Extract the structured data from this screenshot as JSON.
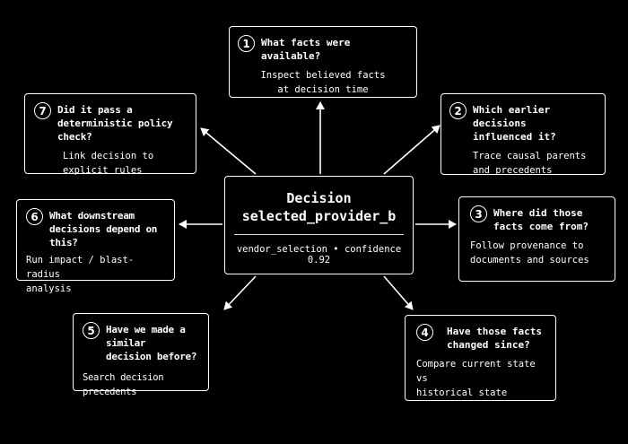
{
  "center": {
    "title": "Decision",
    "name": "selected_provider_b",
    "category": "vendor_selection",
    "separator": "•",
    "confidence_label": "confidence",
    "confidence": "0.92"
  },
  "nodes": [
    {
      "num": "1",
      "question": "What facts were available?",
      "description": "Inspect believed facts\nat decision time"
    },
    {
      "num": "2",
      "question": "Which earlier decisions\ninfluenced it?",
      "description": "Trace causal parents\nand precedents"
    },
    {
      "num": "3",
      "question": "Where did those\nfacts come from?",
      "description": "Follow provenance to\ndocuments and sources"
    },
    {
      "num": "4",
      "question": "Have those facts\nchanged since?",
      "description": "Compare current state vs\nhistorical state"
    },
    {
      "num": "5",
      "question": "Have we made a similar\ndecision before?",
      "description": "Search decision precedents"
    },
    {
      "num": "6",
      "question": "What downstream\ndecisions depend on this?",
      "description": "Run impact / blast-radius\nanalysis"
    },
    {
      "num": "7",
      "question": "Did it pass a\ndeterministic policy check?",
      "description": "Link decision to\nexplicit rules"
    }
  ],
  "colors": {
    "background": "#000000",
    "foreground": "#ffffff"
  }
}
